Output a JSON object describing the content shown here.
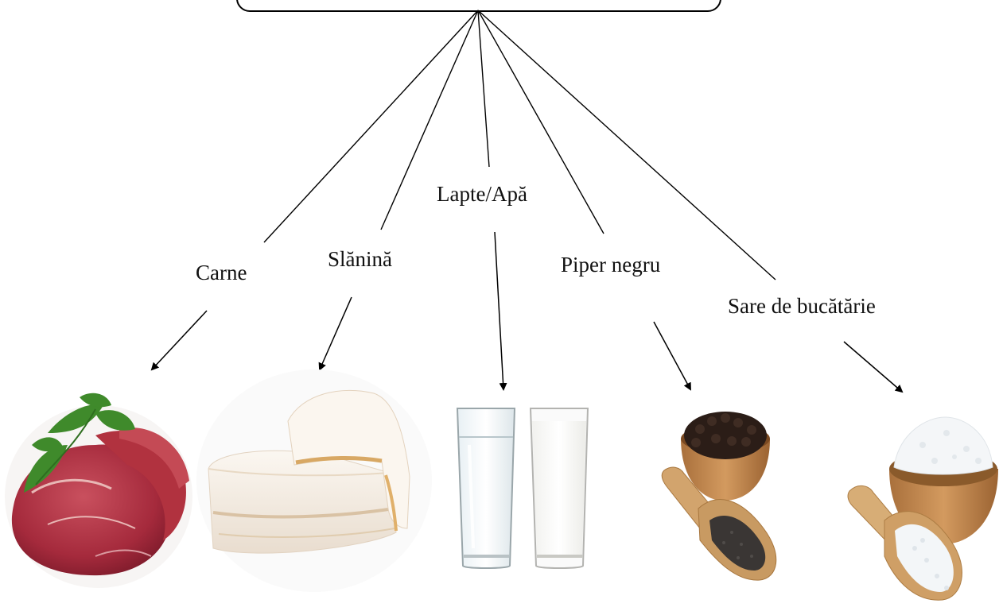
{
  "root": {
    "label": ""
  },
  "ingredients": [
    {
      "label": "Carne",
      "icon": "meat-icon"
    },
    {
      "label": "Slănină",
      "icon": "bacon-icon"
    },
    {
      "label": "Lapte/Apă",
      "icon": "glasses-icon"
    },
    {
      "label": "Piper negru",
      "icon": "pepper-icon"
    },
    {
      "label": "Sare de bucătărie",
      "icon": "salt-icon"
    }
  ]
}
